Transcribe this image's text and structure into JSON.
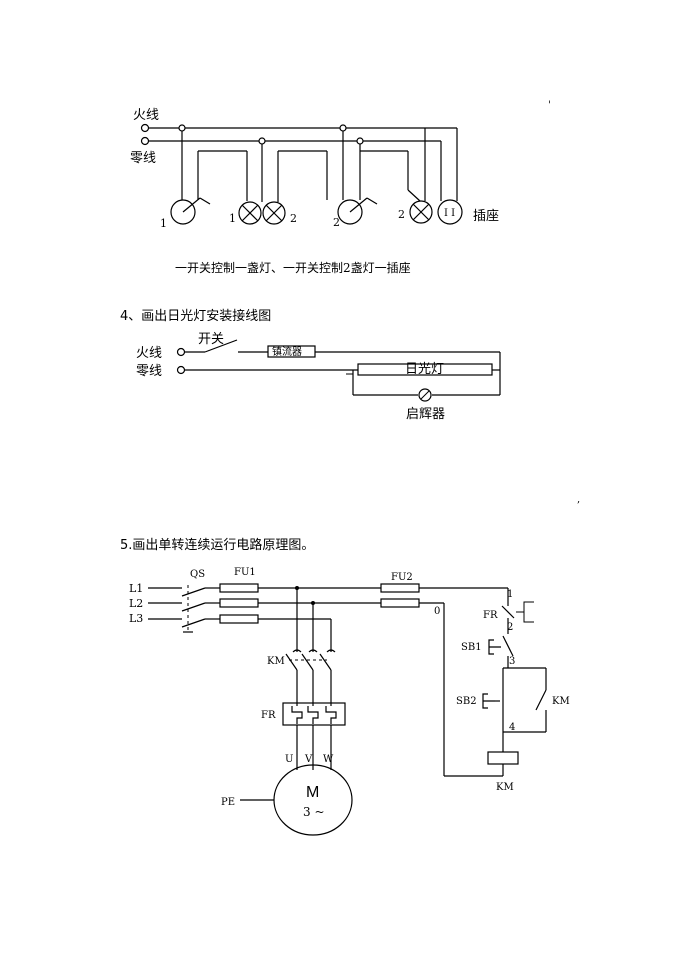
{
  "diagram1": {
    "live_label": "火线",
    "neutral_label": "零线",
    "socket_label": "插座",
    "num1a": "1",
    "num1b": "1",
    "num2a": "2",
    "num2b": "2",
    "num2c": "2",
    "socket_holes": "I I",
    "caption": "一开关控制一盏灯、一开关控制2盏灯一插座"
  },
  "diagram2": {
    "heading": "4、画出日光灯安装接线图",
    "live_label": "火线",
    "neutral_label": "零线",
    "switch_label": "开关",
    "ballast_label": "镇流器",
    "tube_label": "日光灯",
    "starter_label": "启辉器"
  },
  "diagram3": {
    "heading": "5.画出单转连续运行电路原理图。",
    "qs": "QS",
    "fu1": "FU1",
    "fu2": "FU2",
    "l1": "L1",
    "l2": "L2",
    "l3": "L3",
    "km_main": "KM",
    "fr_main": "FR",
    "u": "U",
    "v": "V",
    "w": "W",
    "motor_m": "M",
    "motor_phase": "3 ~",
    "pe": "PE",
    "node1": "1",
    "node0": "0",
    "node2": "2",
    "node3": "3",
    "node4": "4",
    "fr_ctrl": "FR",
    "sb1": "SB1",
    "sb2": "SB2",
    "km_aux": "KM",
    "km_coil": "KM"
  },
  "marks": {
    "tick1": "'",
    "tick2": ","
  }
}
